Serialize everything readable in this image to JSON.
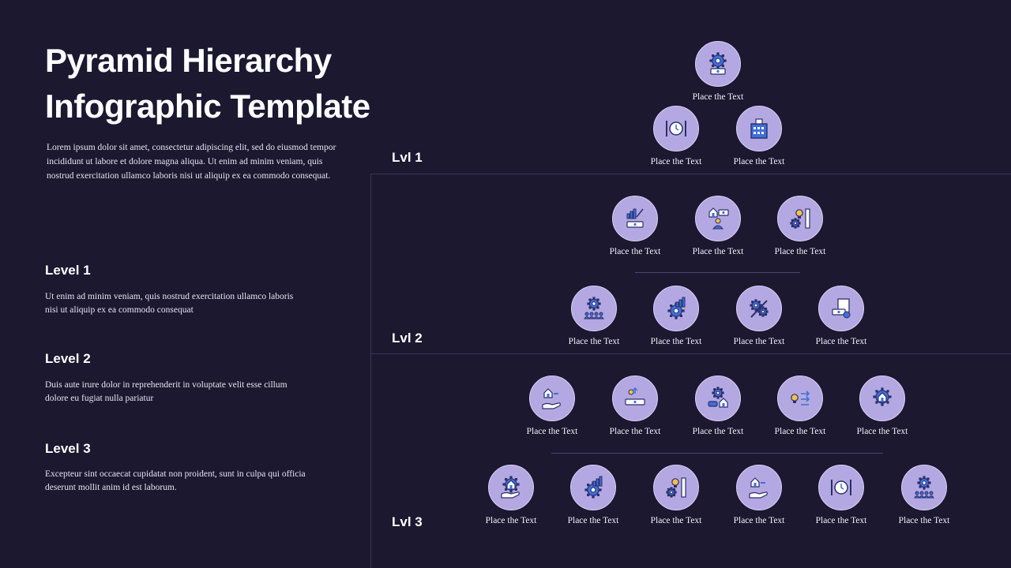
{
  "title": [
    "Pyramid Hierarchy",
    "Infographic Template"
  ],
  "intro": "Lorem ipsum dolor sit amet, consectetur adipiscing elit, sed do eiusmod tempor incididunt ut labore et dolore magna aliqua. Ut enim ad minim veniam, quis nostrud exercitation ullamco laboris nisi ut aliquip ex ea commodo consequat.",
  "levels": [
    {
      "heading": "Level 1",
      "text": "Ut enim ad minim veniam, quis nostrud exercitation ullamco laboris nisi ut aliquip ex ea commodo consequat"
    },
    {
      "heading": "Level 2",
      "text": "Duis aute irure dolor in reprehenderit in voluptate velit esse cillum dolore eu fugiat nulla pariatur"
    },
    {
      "heading": "Level 3",
      "text": "Excepteur sint occaecat cupidatat non proident, sunt in culpa qui officia deserunt mollit anim id est laborum."
    }
  ],
  "lvl_labels": [
    "Lvl 1",
    "Lvl 2",
    "Lvl 3"
  ],
  "colors": {
    "background": "#1b1830",
    "circle": "#b4a8e2",
    "icon_dark": "#2b2f6b",
    "icon_accent": "#3f6fd8"
  },
  "pyramid": {
    "rows": [
      [
        {
          "icon": "gear-money-icon",
          "label": "Place the Text"
        }
      ],
      [
        {
          "icon": "clock-tools-icon",
          "label": "Place the Text"
        },
        {
          "icon": "building-icon",
          "label": "Place the Text"
        }
      ],
      [
        {
          "icon": "chart-money-icon",
          "label": "Place the Text"
        },
        {
          "icon": "person-house-money-icon",
          "label": "Place the Text"
        },
        {
          "icon": "idea-gear-ruler-icon",
          "label": "Place the Text"
        }
      ],
      [
        {
          "icon": "gear-team-icon",
          "label": "Place the Text"
        },
        {
          "icon": "gear-chart-icon",
          "label": "Place the Text"
        },
        {
          "icon": "gears-wrench-icon",
          "label": "Place the Text"
        },
        {
          "icon": "money-calculator-icon",
          "label": "Place the Text"
        }
      ],
      [
        {
          "icon": "house-hand-icon",
          "label": "Place the Text"
        },
        {
          "icon": "person-money-icon",
          "label": "Place the Text"
        },
        {
          "icon": "gear-car-house-icon",
          "label": "Place the Text"
        },
        {
          "icon": "idea-arrows-icon",
          "label": "Place the Text"
        },
        {
          "icon": "gear-house-icon",
          "label": "Place the Text"
        }
      ],
      [
        {
          "icon": "house-hand-gear-icon",
          "label": "Place the Text"
        },
        {
          "icon": "gear-chart-icon",
          "label": "Place the Text"
        },
        {
          "icon": "idea-gear-ruler-icon",
          "label": "Place the Text"
        },
        {
          "icon": "house-hand-icon",
          "label": "Place the Text"
        },
        {
          "icon": "clock-tools-icon",
          "label": "Place the Text"
        },
        {
          "icon": "gear-team-icon",
          "label": "Place the Text"
        }
      ]
    ]
  }
}
